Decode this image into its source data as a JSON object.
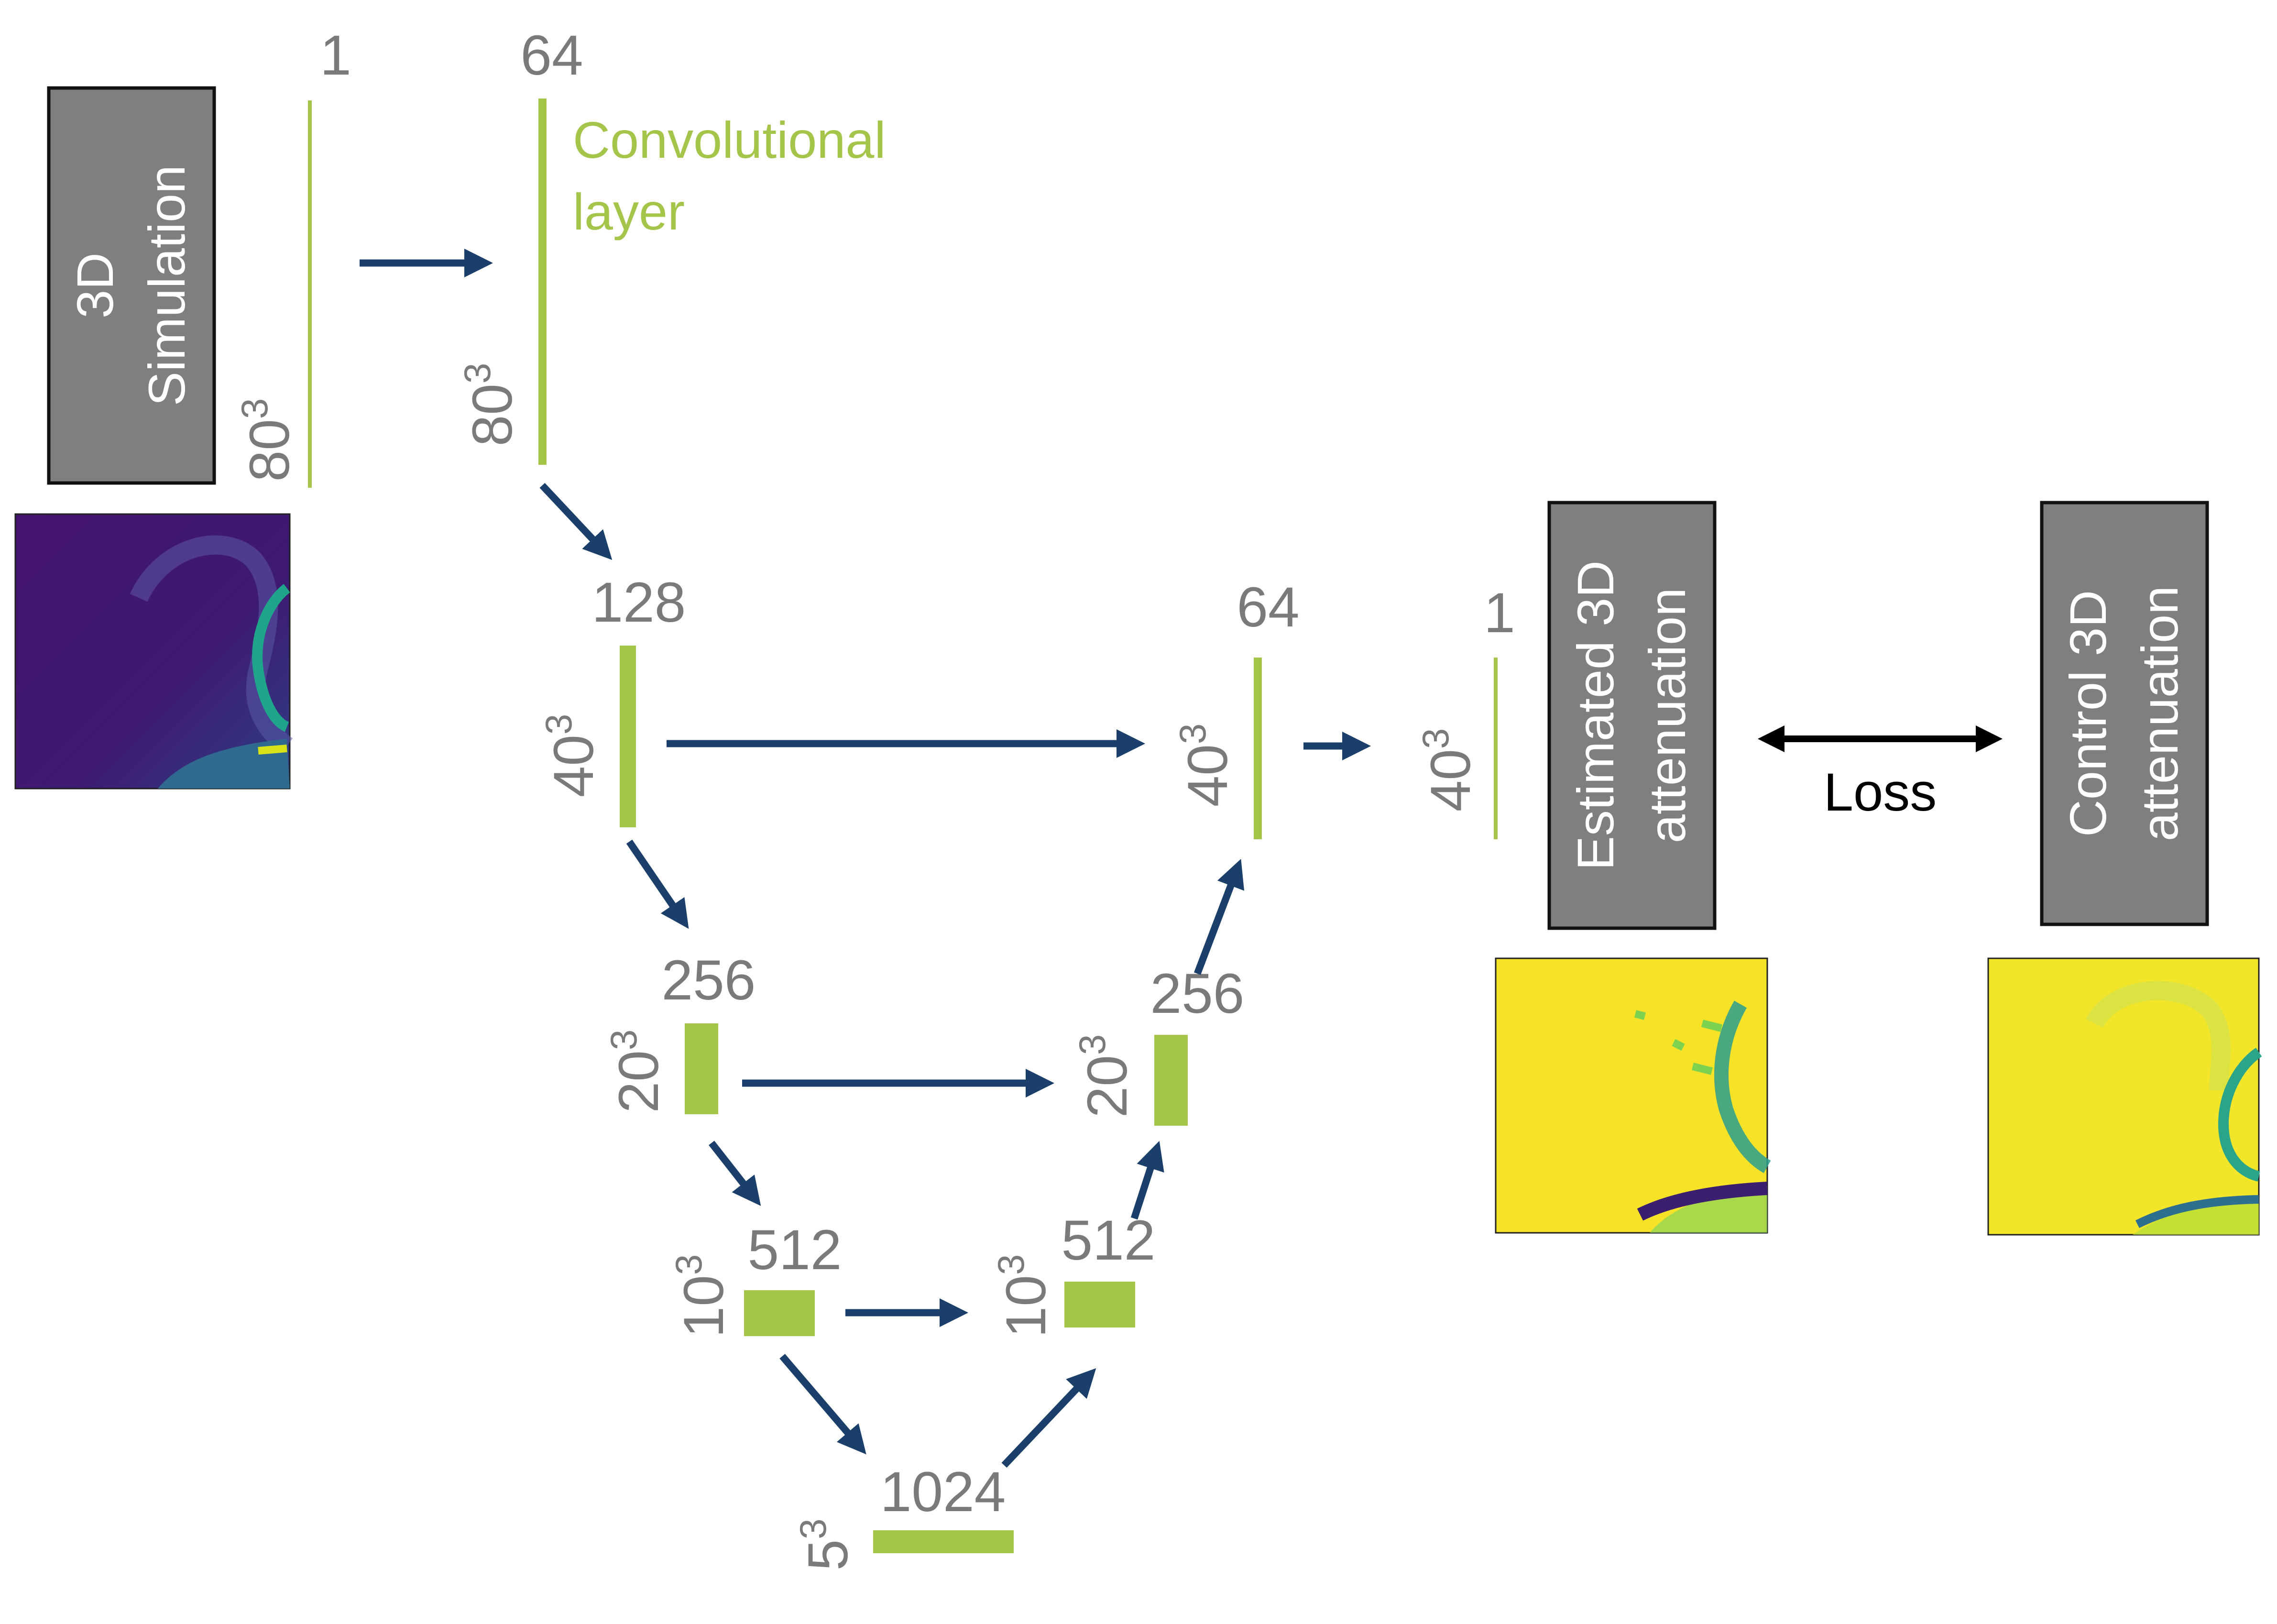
{
  "colors": {
    "layer": "#a4c44a",
    "arrow": "#1b3f6b",
    "box_fill": "#7f7f7f",
    "box_border": "#111111",
    "label": "#7a7a7a",
    "loss_arrow": "#000000"
  },
  "boxes": {
    "input": "3D\nSimulation",
    "estimated": "Estimated 3D\nattenuation",
    "control": "Control 3D\nattenuation"
  },
  "legend": "Convolutional\nlayer",
  "loss_label": "Loss",
  "layers": {
    "in": {
      "channels": "1",
      "size": "80",
      "exp": "3"
    },
    "c1": {
      "channels": "64",
      "size": "80",
      "exp": "3"
    },
    "d1": {
      "channels": "128",
      "size": "40",
      "exp": "3"
    },
    "d2": {
      "channels": "256",
      "size": "20",
      "exp": "3"
    },
    "d3": {
      "channels": "512",
      "size": "10",
      "exp": "3"
    },
    "b": {
      "channels": "1024",
      "size": "5",
      "exp": "3"
    },
    "u3": {
      "channels": "512",
      "size": "10",
      "exp": "3"
    },
    "u2": {
      "channels": "256",
      "size": "20",
      "exp": "3"
    },
    "u1": {
      "channels": "64",
      "size": "40",
      "exp": "3"
    },
    "out": {
      "channels": "1",
      "size": "40",
      "exp": "3"
    }
  },
  "images": {
    "input_slice": "viridis-slice-simulation",
    "estimated_slice": "viridis-slice-estimated",
    "control_slice": "viridis-slice-control"
  }
}
